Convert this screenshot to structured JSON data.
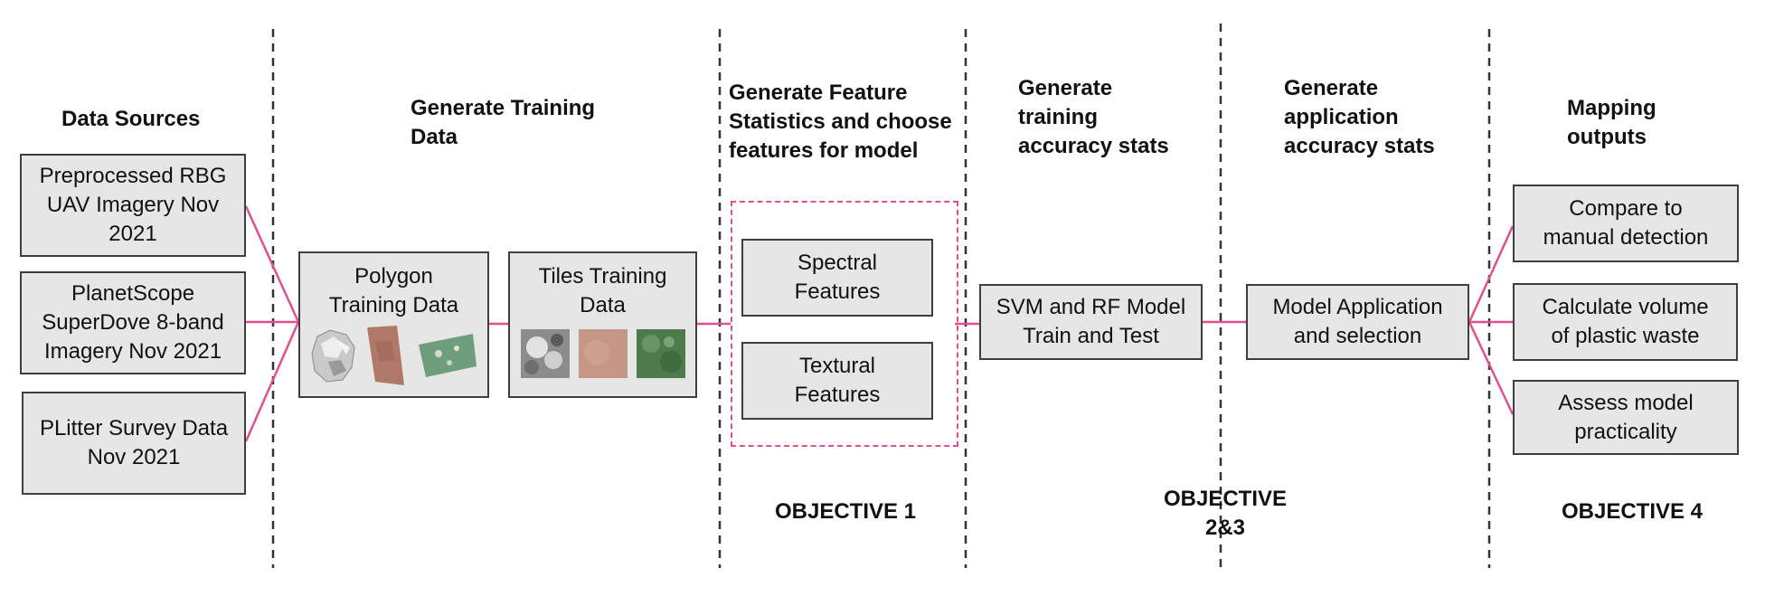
{
  "headers": {
    "data_sources": "Data Sources",
    "training": "Generate Training\nData",
    "features": "Generate Feature\nStatistics and choose\nfeatures for model",
    "training_acc": "Generate\ntraining\naccuracy stats",
    "application_acc": "Generate\napplication\naccuracy stats",
    "mapping": "Mapping\noutputs"
  },
  "sources": {
    "rgb": "Preprocessed RBG\nUAV Imagery Nov\n2021",
    "planet": "PlanetScope\nSuperDove 8-band\nImagery Nov 2021",
    "plitter": "PLitter Survey Data\nNov 2021"
  },
  "training": {
    "polygon": "Polygon\nTraining Data",
    "tiles": "Tiles Training\nData"
  },
  "features": {
    "spectral": "Spectral\nFeatures",
    "textural": "Textural\nFeatures"
  },
  "model": {
    "svm_rf": "SVM and RF Model\nTrain and Test"
  },
  "application": {
    "select": "Model Application\nand selection"
  },
  "outputs": {
    "compare": "Compare to\nmanual detection",
    "volume": "Calculate volume\nof plastic waste",
    "practicality": "Assess model\npracticality"
  },
  "objectives": {
    "o1": "OBJECTIVE 1",
    "o23": "OBJECTIVE\n2&3",
    "o4": "OBJECTIVE 4"
  },
  "icons": {
    "polygon_thumbs": [
      "plastic-litter-polygon-icon",
      "soil-polygon-icon",
      "vegetation-polygon-icon"
    ],
    "tile_thumbs": [
      "plastic-tile-icon",
      "soil-tile-icon",
      "vegetation-tile-icon"
    ]
  },
  "colors": {
    "connector": "#e0508f",
    "box_fill": "#e6e6e6",
    "box_border": "#3f3f3f",
    "divider": "#333333"
  }
}
